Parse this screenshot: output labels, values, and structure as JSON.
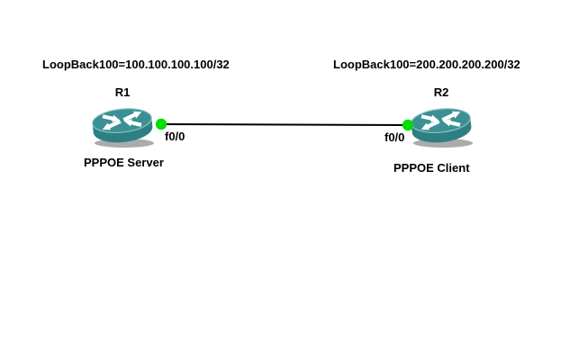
{
  "annotations": {
    "left_loopback": "LoopBack100=100.100.100.100/32",
    "right_loopback": "LoopBack100=200.200.200.200/32"
  },
  "nodes": [
    {
      "name": "R1",
      "type": "router",
      "port_label": "f0/0",
      "role_label": "PPPOE Server"
    },
    {
      "name": "R2",
      "type": "router",
      "port_label": "f0/0",
      "role_label": "PPPOE Client"
    }
  ],
  "link": {
    "from": "R1 f0/0",
    "to": "R2 f0/0",
    "line_color": "#000000",
    "endpoint_status_color": "#00dd00"
  },
  "icon_colors": {
    "router_top": "#3b9094",
    "router_body": "#2d7f83",
    "router_highlight": "#9ccfd0",
    "router_shadow": "#ababab",
    "arrows": "#ffffff"
  }
}
